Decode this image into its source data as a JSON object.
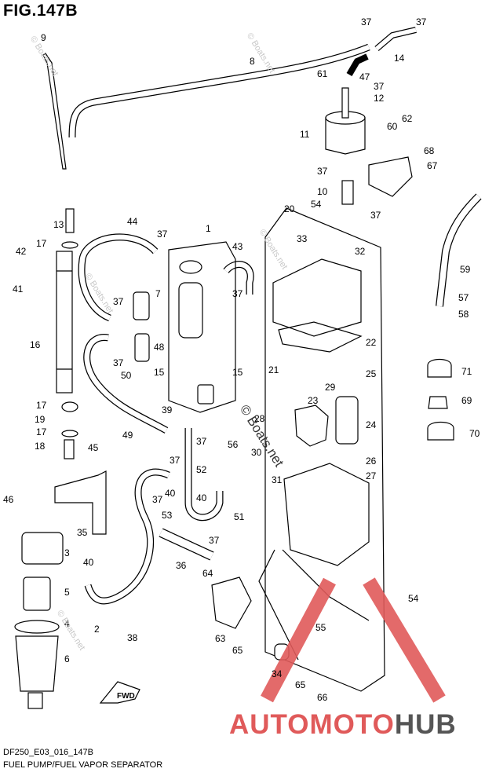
{
  "figure": {
    "title": "FIG.147B",
    "code": "DF250_E03_016_147B",
    "caption": "FUEL PUMP/FUEL VAPOR SEPARATOR",
    "fwd_label": "FWD"
  },
  "watermark": {
    "small": "© Boats.net",
    "large": "© Boats.net",
    "brand_part1": "AUTOMOTO",
    "brand_part2": "HUB",
    "accent": "#e05a5a"
  },
  "part_numbers": [
    "1",
    "2",
    "3",
    "4",
    "5",
    "6",
    "7",
    "8",
    "9",
    "10",
    "11",
    "12",
    "13",
    "14",
    "15",
    "16",
    "17",
    "18",
    "19",
    "20",
    "21",
    "22",
    "23",
    "24",
    "25",
    "26",
    "27",
    "28",
    "29",
    "30",
    "31",
    "32",
    "33",
    "34",
    "35",
    "36",
    "37",
    "38",
    "39",
    "40",
    "41",
    "42",
    "43",
    "44",
    "45",
    "46",
    "47",
    "48",
    "49",
    "50",
    "51",
    "52",
    "53",
    "54",
    "55",
    "56",
    "57",
    "58",
    "59",
    "60",
    "61",
    "62",
    "63",
    "64",
    "65",
    "66",
    "67",
    "68",
    "69",
    "70",
    "71"
  ]
}
